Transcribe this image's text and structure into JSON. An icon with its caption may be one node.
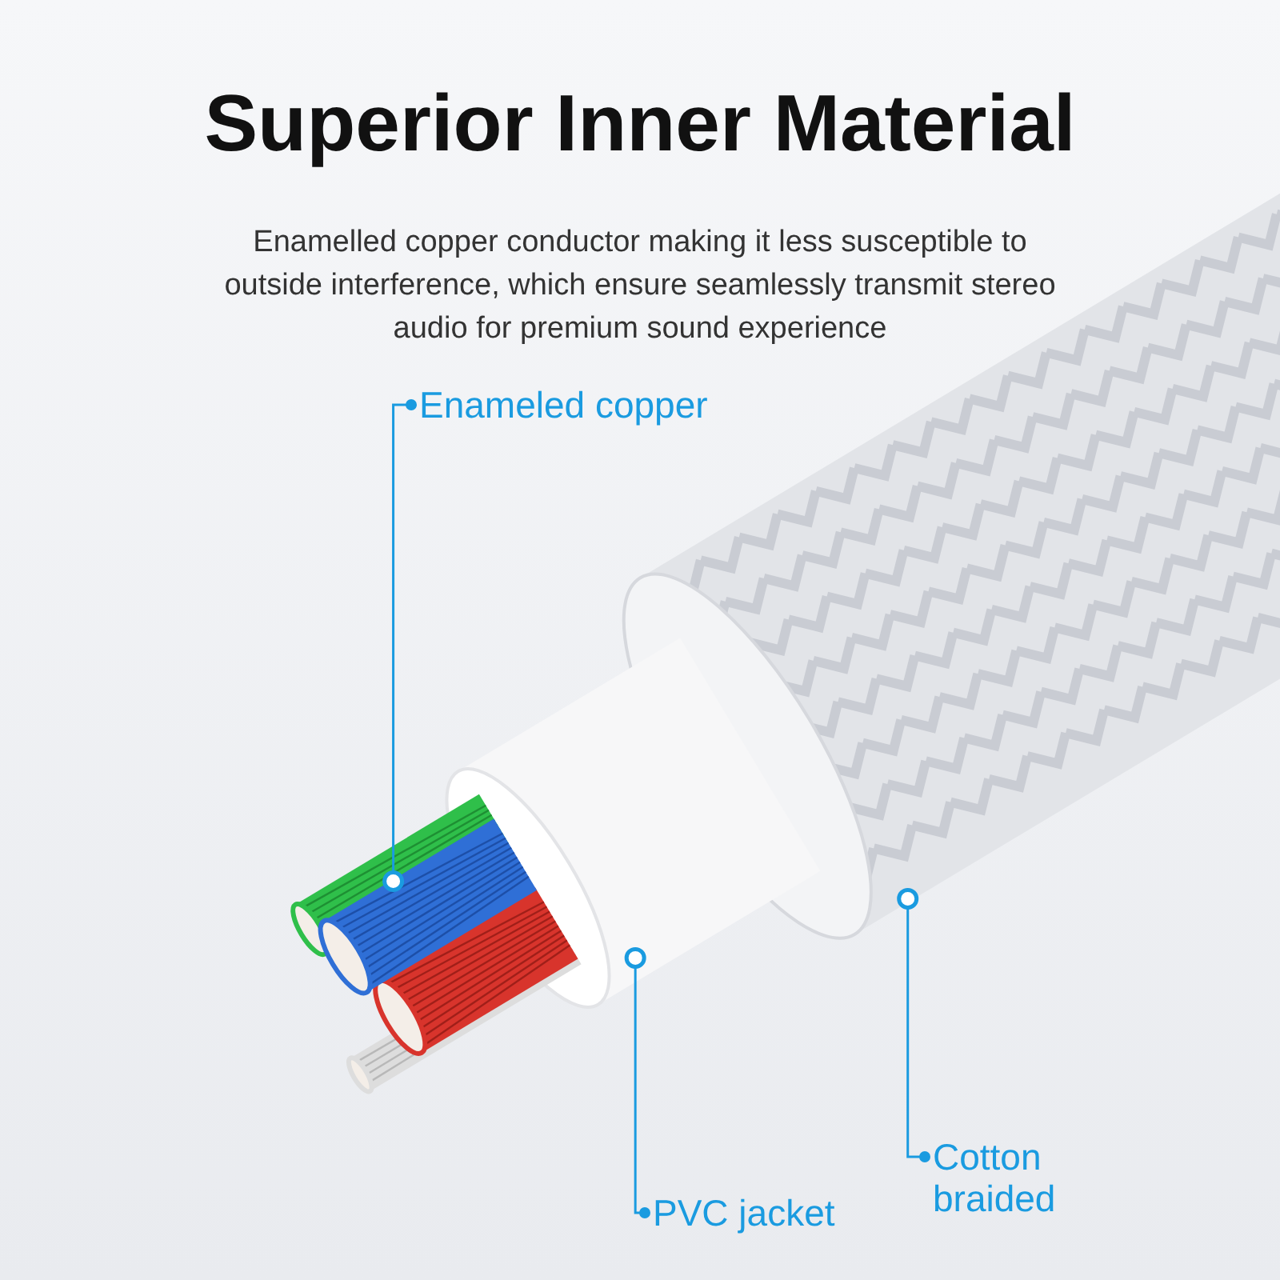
{
  "diagram": {
    "title": "Superior Inner Material",
    "nodes": [
      {
        "text": [
          "Enameled copper"
        ]
      },
      {
        "text": [],
        "shape": "picture"
      },
      {
        "text": [
          "PVC jacket"
        ]
      },
      {
        "text": [],
        "shape": "picture"
      },
      {
        "text": [
          "Cotton braided"
        ]
      },
      {
        "text": [],
        "shape": "picture"
      }
    ],
    "edges": [
      {
        "from": 0,
        "to": 1,
        "arrow": "other"
      },
      {
        "from": 2,
        "to": 3,
        "arrow": "other"
      },
      {
        "from": 4,
        "to": 5,
        "arrow": "other"
      }
    ],
    "labels": [
      "Enamelled copper conductor making it less susceptible to outside interference, which ensure seamlessly transmit stereo audio for premium sound experience"
    ]
  }
}
